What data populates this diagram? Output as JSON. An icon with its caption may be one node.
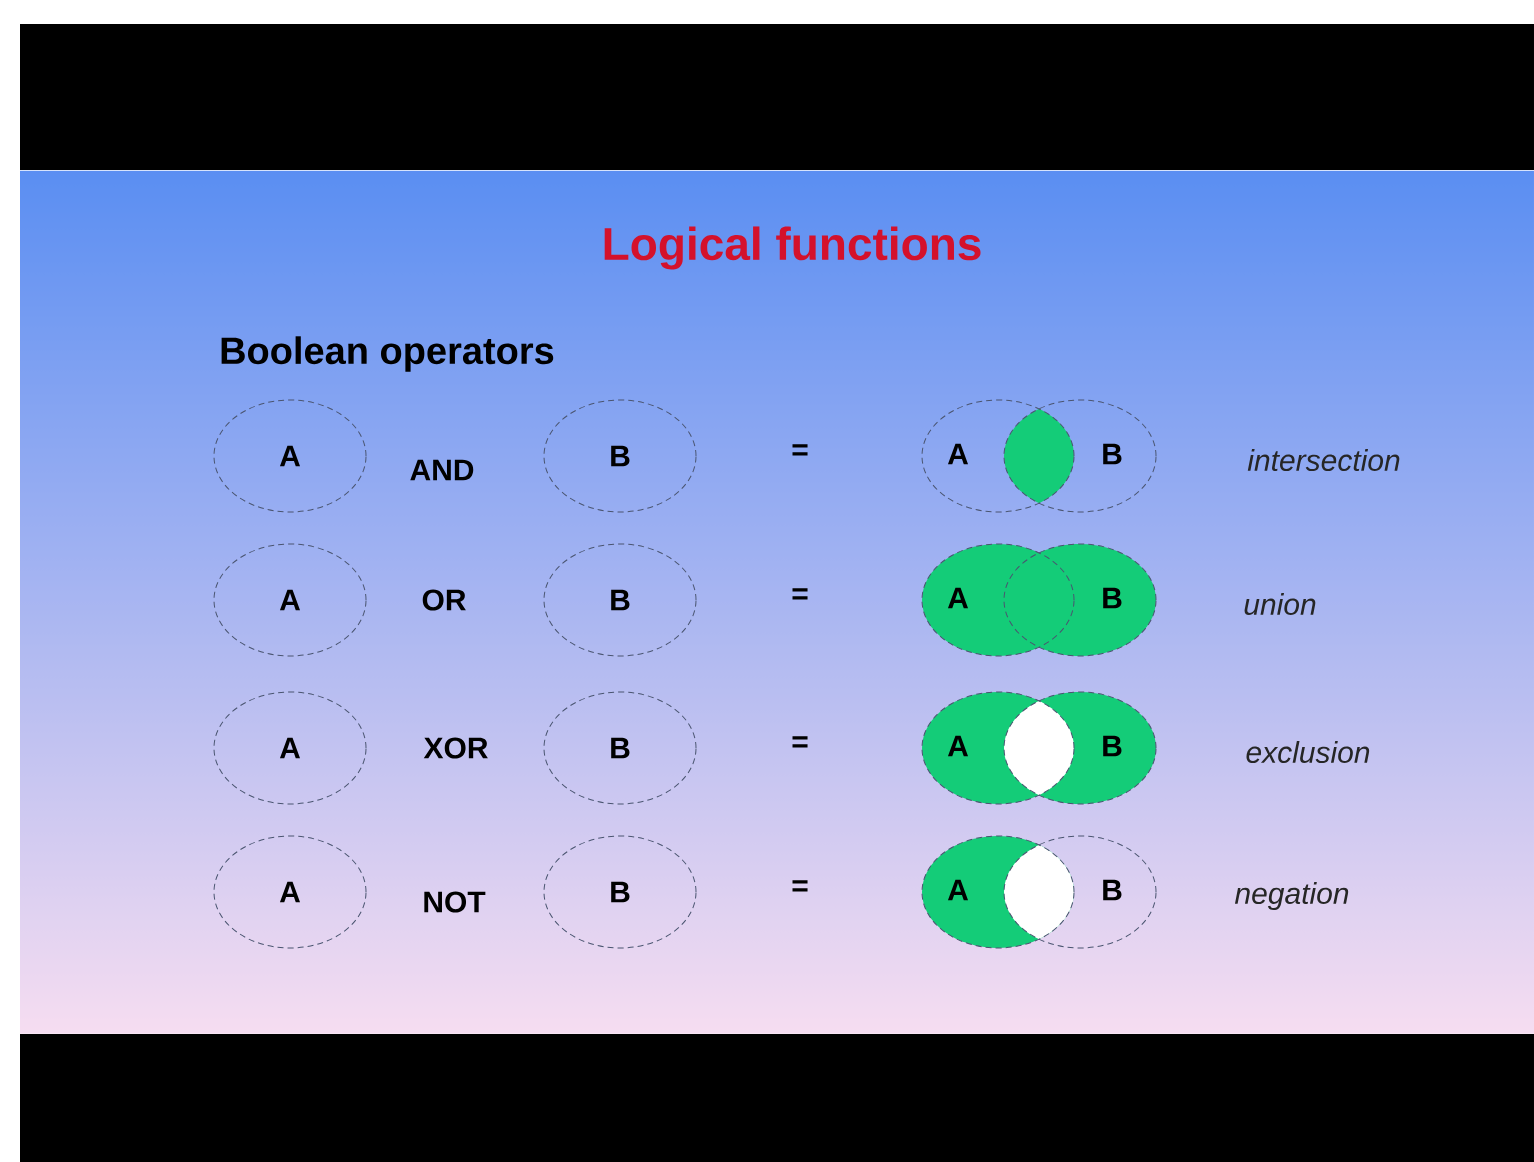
{
  "diagram": {
    "title": "Logical functions",
    "nodes": [
      {
        "text": [
          "A"
        ]
      },
      {
        "text": [
          "B"
        ]
      },
      {
        "text": [
          "A"
        ]
      },
      {
        "text": [
          "B"
        ]
      },
      {
        "text": [
          "A"
        ]
      },
      {
        "text": [
          "B"
        ]
      },
      {
        "text": [
          "A"
        ]
      },
      {
        "text": [
          "B"
        ]
      },
      {
        "text": [
          "A"
        ]
      },
      {
        "text": [
          "B"
        ]
      },
      {
        "text": [
          "A"
        ]
      },
      {
        "text": [
          "B"
        ]
      },
      {
        "text": [
          "A"
        ]
      },
      {
        "text": [
          "B"
        ]
      },
      {
        "text": [
          "A"
        ]
      },
      {
        "text": [
          "B"
        ]
      }
    ],
    "labels": [
      "Boolean operators",
      "AND",
      "=",
      "intersection",
      "OR",
      "=",
      "union",
      "XOR",
      "=",
      "exclusion",
      "NOT",
      "=",
      "negation"
    ]
  }
}
